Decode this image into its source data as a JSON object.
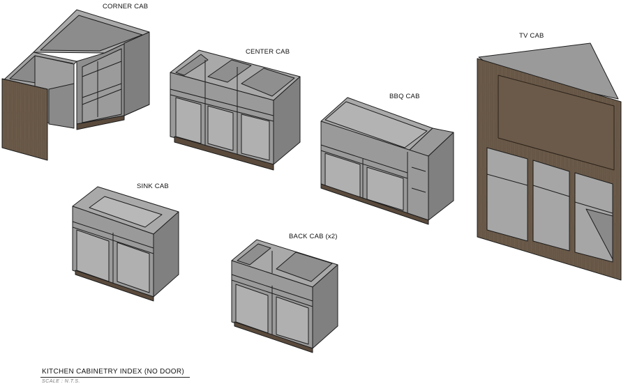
{
  "labels": {
    "corner": "CORNER CAB",
    "center": "CENTER CAB",
    "bbq": "BBQ CAB",
    "tv": "TV CAB",
    "sink": "SINK CAB",
    "back": "BACK CAB (x2)"
  },
  "title": "KITCHEN CABINETRY INDEX (NO DOOR)",
  "scale": "SCALE : N.T.S.",
  "colors": {
    "carcass_side": "#8e8e8e",
    "carcass_inner": "#9c9c9c",
    "carcass_top": "#a9a9a9",
    "shelf": "#b8b8b8",
    "outline": "#1c1c1c",
    "wood": "#6b5a49",
    "wood_dark": "#4e4033",
    "background": "#ffffff"
  }
}
